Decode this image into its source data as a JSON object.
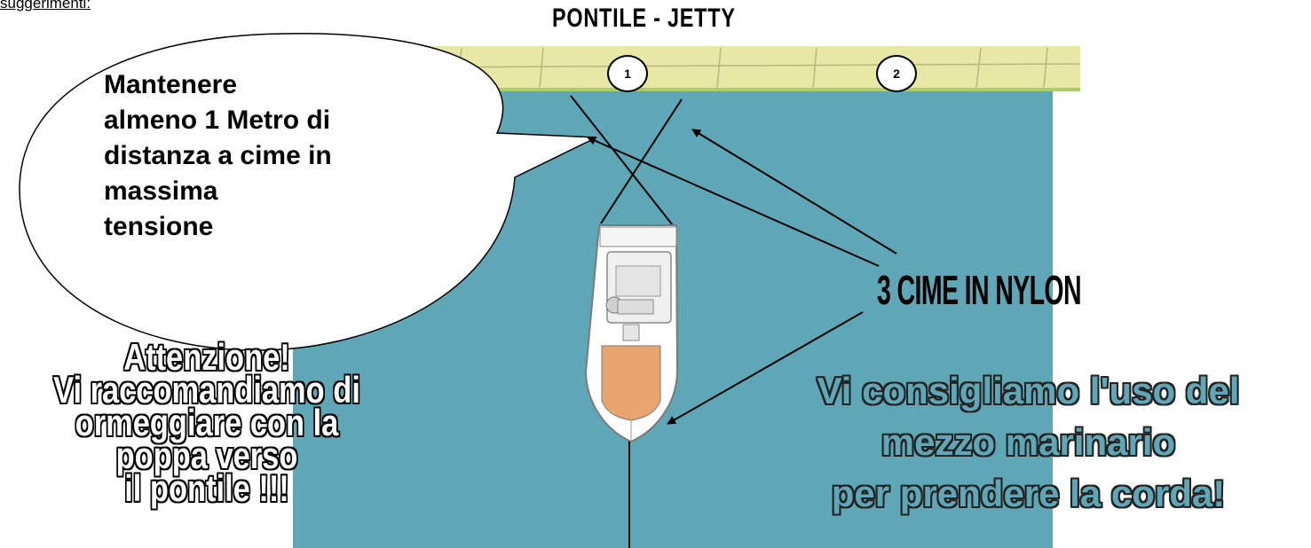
{
  "header": {
    "link_text": "suggerimenti:",
    "jetty_title": "PONTILE - JETTY"
  },
  "berths": [
    {
      "label": "1"
    },
    {
      "label": "2"
    }
  ],
  "bubble": {
    "lines": [
      "Mantenere",
      "almeno 1 Metro di",
      "distanza a cime in",
      "massima",
      "tensione"
    ]
  },
  "ropes_label": "3 CIME IN NYLON",
  "attention": {
    "lines": [
      "Attenzione!",
      "Vi raccomandiamo di",
      "ormeggiare con la",
      "poppa verso",
      "il pontile  !!!"
    ]
  },
  "advice": {
    "lines": [
      "Vi consigliamo l'uso del",
      "mezzo marinario",
      "per prendere la corda!"
    ]
  },
  "colors": {
    "water": "#5fa7b6",
    "jetty": "#e9e7a6",
    "boat_deck": "#e8a56e"
  }
}
